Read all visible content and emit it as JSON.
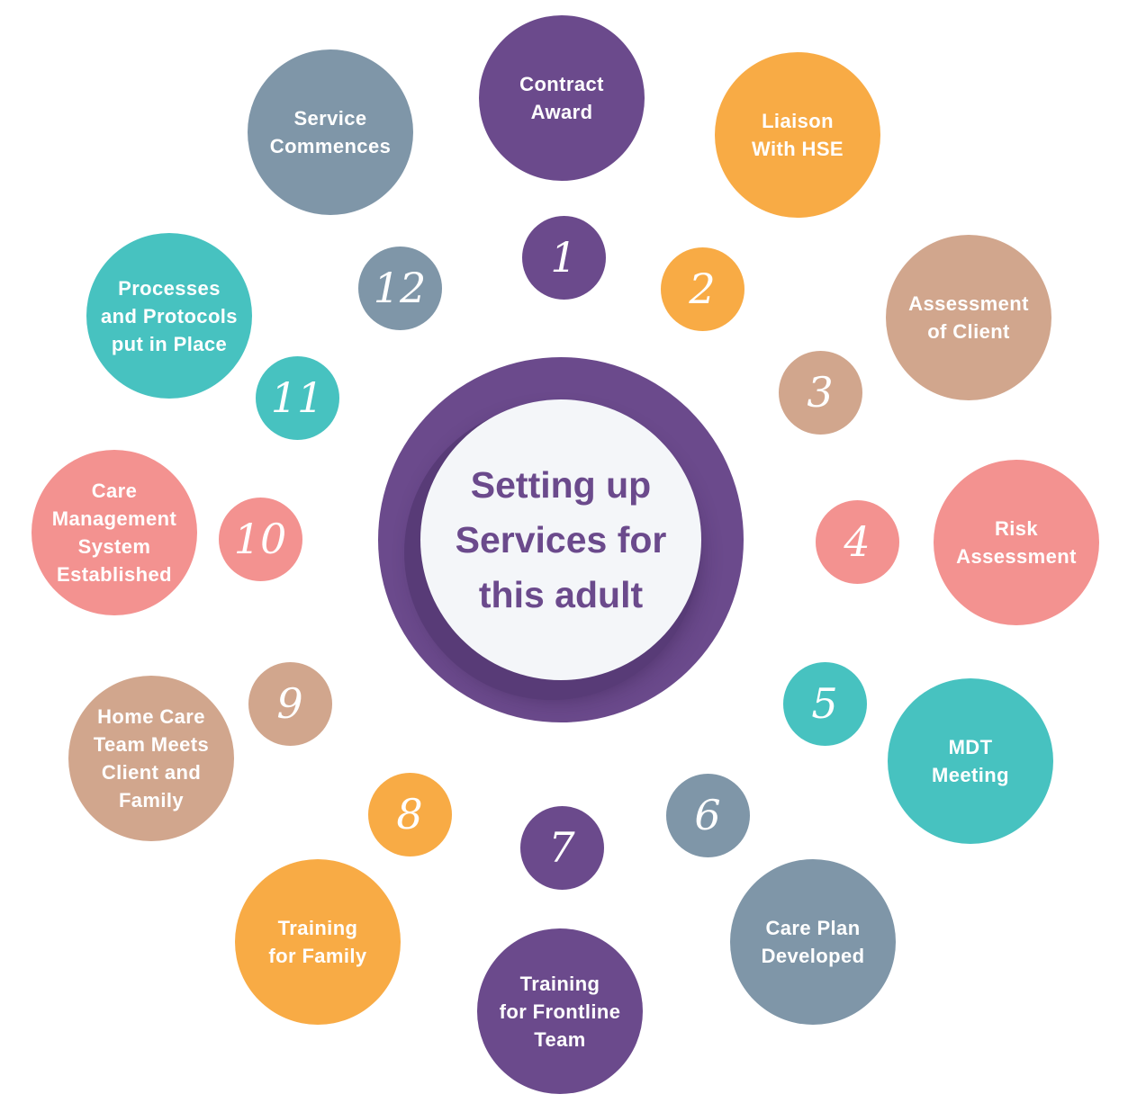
{
  "center": {
    "title": "Setting up\nServices for\nthis adult"
  },
  "colors": {
    "purple": "#6b4a8c",
    "orange": "#f8ab45",
    "tan": "#d1a68d",
    "pink": "#f39290",
    "teal": "#47c2c0",
    "slate": "#7f96a8"
  },
  "steps": [
    {
      "number": "1",
      "label": "Contract\nAward",
      "color": "#6b4a8c"
    },
    {
      "number": "2",
      "label": "Liaison\nWith HSE",
      "color": "#f8ab45"
    },
    {
      "number": "3",
      "label": "Assessment\nof Client",
      "color": "#d1a68d"
    },
    {
      "number": "4",
      "label": "Risk\nAssessment",
      "color": "#f39290"
    },
    {
      "number": "5",
      "label": "MDT\nMeeting",
      "color": "#47c2c0"
    },
    {
      "number": "6",
      "label": "Care Plan\nDeveloped",
      "color": "#7f96a8"
    },
    {
      "number": "7",
      "label": "Training\nfor Frontline\nTeam",
      "color": "#6b4a8c"
    },
    {
      "number": "8",
      "label": "Training\nfor Family",
      "color": "#f8ab45"
    },
    {
      "number": "9",
      "label": "Home Care\nTeam Meets\nClient and\nFamily",
      "color": "#d1a68d"
    },
    {
      "number": "10",
      "label": "Care\nManagement\nSystem\nEstablished",
      "color": "#f39290"
    },
    {
      "number": "11",
      "label": "Processes\nand Protocols\nput in Place",
      "color": "#47c2c0"
    },
    {
      "number": "12",
      "label": "Service\nCommences",
      "color": "#7f96a8"
    }
  ]
}
